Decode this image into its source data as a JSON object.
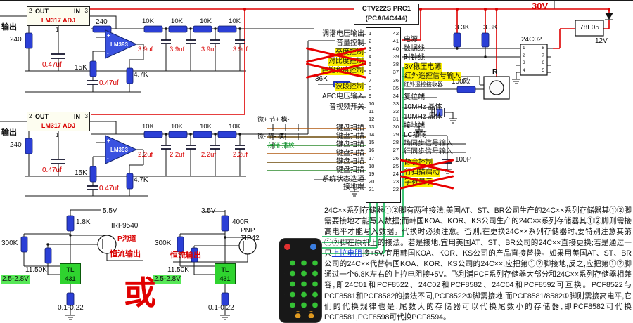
{
  "colors": {
    "wire_red": "#dd0000",
    "wire_green": "#00b34a",
    "component_blue": "#2b3fd6",
    "highlight_yellow": "#fef200",
    "tl431_green": "#2fd32f",
    "crossout_red": "#e80000",
    "link_blue": "#1538d8"
  },
  "regulator1": {
    "pin2": "2",
    "out": "OUT",
    "in": "IN",
    "pin3": "3",
    "name": "LM317 ADJ",
    "pin1": "1",
    "port": "输出",
    "r_input": "240",
    "r_series": "240",
    "cap_adj": "0.47uf",
    "opamp": "LM393",
    "plus": "+",
    "minus": "-",
    "r_fb": "15K",
    "cap_fb": "0.47uf",
    "r_out": "4.7K",
    "ladder_resistors": [
      "10K",
      "10K",
      "10K",
      "10K"
    ],
    "ladder_caps": [
      "3.9uf",
      "3.9uf",
      "3.9uf",
      "3.9uf"
    ]
  },
  "regulator2": {
    "pin2": "2",
    "out": "OUT",
    "in": "IN",
    "pin3": "3",
    "name": "LM317 ADJ",
    "pin1": "1",
    "port": "输出",
    "r_input": "240",
    "cap_adj": "0.47uf",
    "opamp": "LM393",
    "plus": "+",
    "minus": "-",
    "r_fb": "15K",
    "cap_fb": "0.47uf",
    "r_out": "4.7K",
    "ladder_resistors": [
      "10K",
      "10K",
      "10K",
      "10K"
    ],
    "ladder_caps": [
      "2.2uf",
      "2.2uf",
      "2.2uf",
      "2.2uf"
    ]
  },
  "source_a": {
    "voltage": "5.5V",
    "r_top": "1.8K",
    "transistor": "IRF9540",
    "channel": "P沟道",
    "r1": "300K",
    "r2": "11.50K",
    "ref": "TL 431",
    "vref": "2.5-2.8V",
    "r_sense": "0.1-0.22",
    "output": "恒流输出"
  },
  "source_b": {
    "voltage": "3.5V",
    "r_top": "400R",
    "transistor_type": "PNP",
    "transistor": "TIP42",
    "r1": "300K",
    "r2": "11.50K",
    "ref": "TL 431",
    "vref": "2.5-2.8V",
    "r_sense": "0.1-0.22",
    "output": "恒流输出"
  },
  "or_word": "或",
  "ic": {
    "title": "CTV222S PRC1",
    "subtitle": "(PCA84C444)",
    "left_pins": [
      "1",
      "2",
      "3",
      "4",
      "5",
      "6",
      "7",
      "8",
      "9",
      "10",
      "11",
      "12",
      "13",
      "14",
      "15",
      "16",
      "17",
      "18",
      "19",
      "20",
      "21"
    ],
    "right_pins": [
      "42",
      "41",
      "40",
      "39",
      "38",
      "37",
      "36",
      "35",
      "34",
      "33",
      "32",
      "31",
      "30",
      "29",
      "28",
      "27",
      "26",
      "25",
      "24",
      "23",
      "22"
    ],
    "left_labels": [
      "调谐电压输出",
      "音量控制",
      "亮度控制",
      "对比度控制",
      "色饱和度控制",
      "波段控制",
      "AFC电压输入",
      "音视频开关",
      "键盘扫描",
      "键盘扫描",
      "键盘扫描",
      "键盘扫描",
      "键盘扫描",
      "键盘扫描",
      "系统状态选通",
      "接地端"
    ],
    "right_labels": [
      "电源",
      "数据线",
      "时钟线",
      "3V稳压电源",
      "红外遥控信号输入",
      "红外遥控接收器",
      "复位端",
      "10MHz 晶体",
      "10MHz 晶体",
      "接地端",
      "LC振荡",
      "场同步信号输入",
      "行同步信号输入",
      "静音控制",
      "行扫描启动",
      "字符显示"
    ],
    "r_band": "36K"
  },
  "keypad": {
    "row1": "微+ 节+ 模-",
    "row2": "微- 节- 模-",
    "row3": "存储 播放"
  },
  "right": {
    "v30": "30V",
    "pullup1": "3.3K",
    "pullup2": "3.3K",
    "eeprom": "24C02",
    "eeprom_pins_left": [
      "1",
      "2",
      "3",
      "4"
    ],
    "eeprom_pins_right": [
      "8",
      "7",
      "6",
      "5"
    ],
    "vreg": "78L05",
    "v12": "12V",
    "r_label": "R",
    "r_ir": "100欧",
    "c_lc": "100P"
  },
  "note": {
    "part1": "24C××系列存储器①②脚有两种接法:美国AT、ST、BR公司生产的24C××系列存储器其①②脚需要接地才能写入数据;而韩国KOA、KOR、KS公司生产的24C××系列存储器其①②脚则需接高电平才能写入数据。代换时必须注意。否则,在更换24C××系列存储器时,要特别注意其第①②脚在原机上的接法。若是接地,宜用美国AT、ST、BR公司的24C××直接更换;若是通过一只",
    "link": "上拉电阻",
    "part2": "接+5V,宜用韩国KOA、KOR、KS公司的产品直接替换。如果用美国AT、ST、BR公司的24C××代替韩国KOA、KOR、KS公司的24C××,应把第①②脚接地,反之,应把第①②脚通过一个6.8K左右的上拉电阻接+5V。飞利浦PCF系列存储器大部分和24C××系列存储器相兼容,即24C01和PCF8522、24C02和PCF8582、24C04和PCF8592可互换。PCF8522与PCF8581和PCF8582的接法不同,PCF8522①脚需接地,而PCF8581/8582①脚则需接高电平,它们的代换规律也是,尾数大的存储器可以代换尾数小的存储器,即PCF8582可代换PCF8581,PCF8598可代换PCF8594。"
  }
}
